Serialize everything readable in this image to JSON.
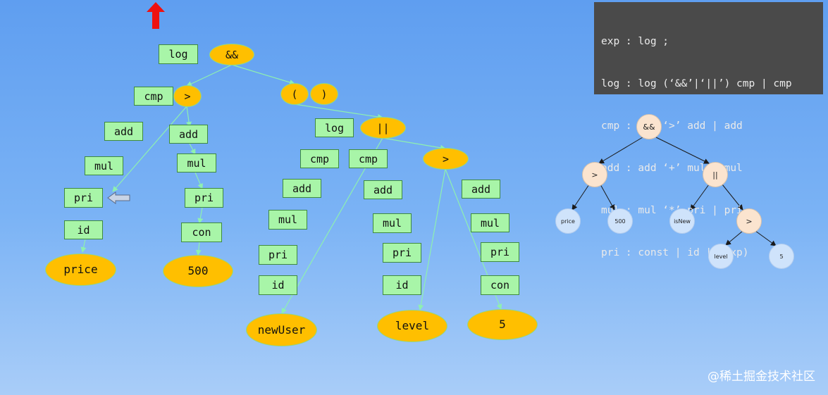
{
  "grammar": {
    "lines": [
      "exp : log ;",
      "log : log (‘&&’|‘||’) cmp | cmp",
      "cmp : cmp ‘>’ add | add",
      "add : add ‘+’ mul | mul",
      "mul : mul ‘*’ pri | pri",
      "pri : const | id | (exp)"
    ]
  },
  "parse_tree": {
    "n_log_top": "log",
    "n_and": "&&",
    "n_cmp_l": "cmp",
    "n_gt_l": ">",
    "n_add_l1": "add",
    "n_add_l2": "add",
    "n_mul_l1": "mul",
    "n_mul_l2": "mul",
    "n_pri_l1": "pri",
    "n_pri_l2": "pri",
    "n_id_l": "id",
    "n_con_l": "con",
    "n_price": "price",
    "n_500": "500",
    "n_lparen": "(",
    "n_rparen": ")",
    "n_log_m": "log",
    "n_or": "||",
    "n_cmp_m1": "cmp",
    "n_cmp_m2": "cmp",
    "n_gt_r": ">",
    "n_add_m1": "add",
    "n_add_m2": "add",
    "n_add_m3": "add",
    "n_mul_m1": "mul",
    "n_mul_m2": "mul",
    "n_mul_m3": "mul",
    "n_pri_m1": "pri",
    "n_pri_m2": "pri",
    "n_pri_m3": "pri",
    "n_id_m1": "id",
    "n_id_m2": "id",
    "n_con_m": "con",
    "n_newuser": "newUser",
    "n_level": "level",
    "n_5": "5"
  },
  "ast": {
    "a_and": "&&",
    "a_gt1": ">",
    "a_or": "||",
    "a_price": "price",
    "a_500": "500",
    "a_isnew": "isNew",
    "a_gt2": ">",
    "a_level": "level",
    "a_5": "5"
  },
  "watermark": "@稀土掘金技术社区",
  "colors": {
    "node_box": "#a8f5a8",
    "operator_oval": "#ffbf00",
    "parse_edge": "#8ef0b0",
    "ast_operator": "#fbe4cf",
    "ast_leaf": "#cfe3fb",
    "up_arrow": "#ee1111",
    "grammar_panel": "#4a4a4a"
  },
  "icons": [
    "up-arrow-icon",
    "left-pointer-arrow-icon"
  ]
}
